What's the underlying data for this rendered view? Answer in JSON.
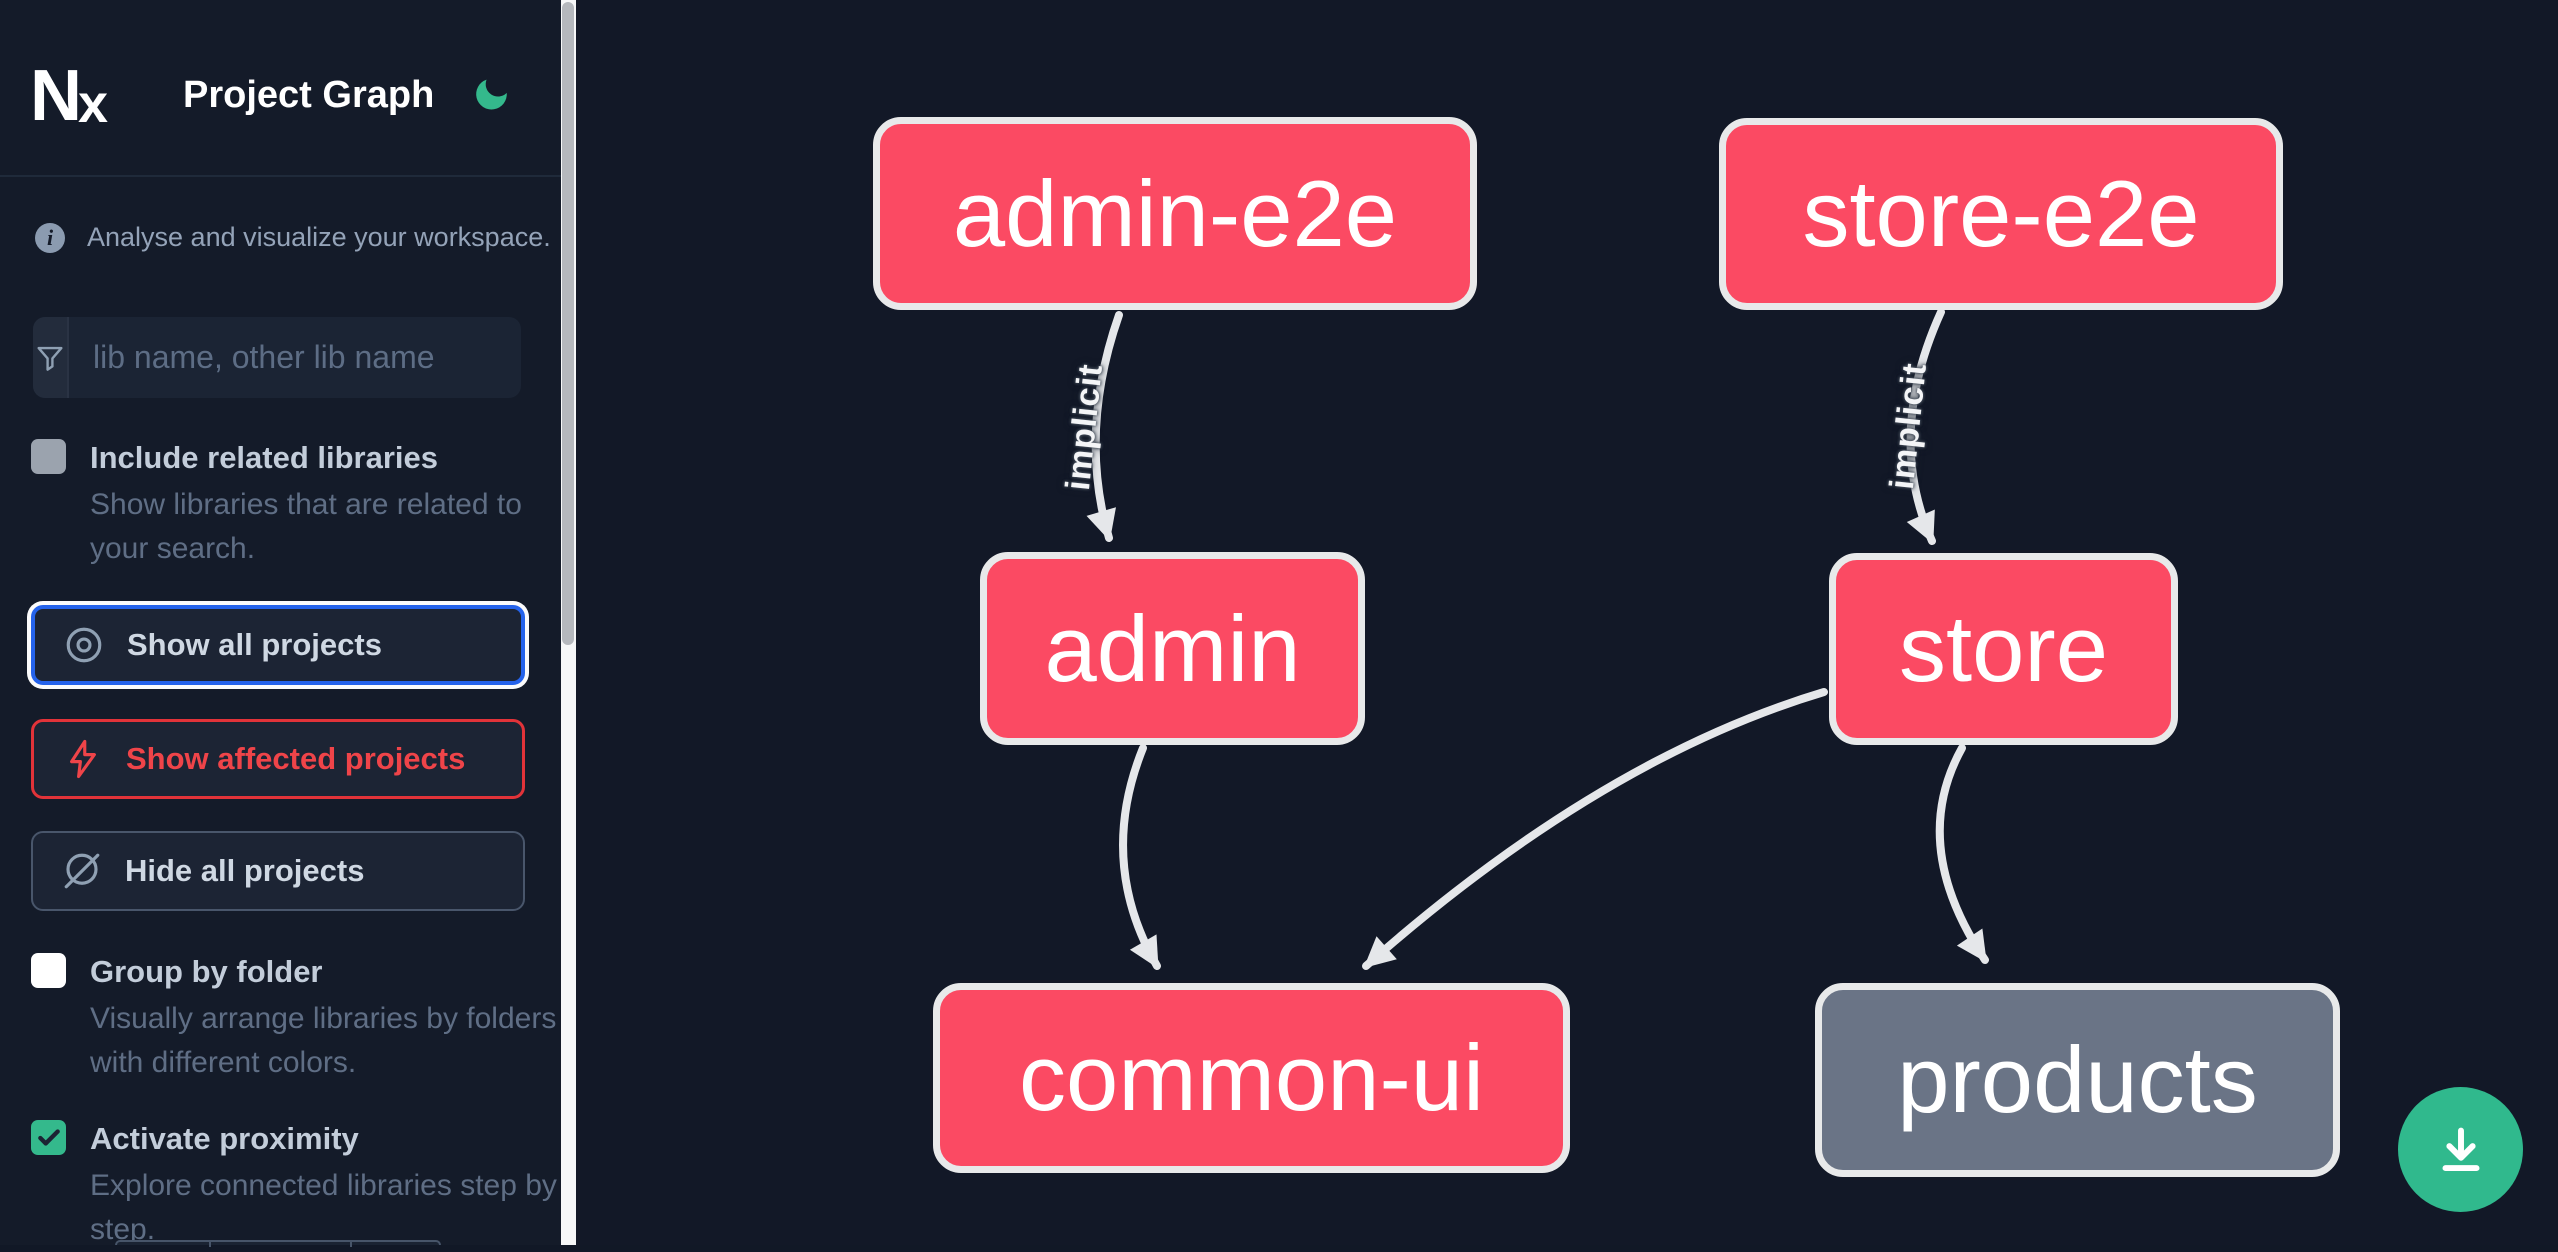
{
  "app": {
    "logo_text": "N",
    "logo_text_x": "x",
    "title": "Project Graph"
  },
  "sidebar": {
    "tagline": "Analyse and visualize your workspace.",
    "filter": {
      "placeholder": "lib name, other lib name",
      "value": ""
    },
    "options": [
      {
        "label": "Include related libraries",
        "description": "Show libraries that are related to your search.",
        "checked": false
      },
      {
        "label": "Group by folder",
        "description": "Visually arrange libraries by folders with different colors.",
        "checked": false
      },
      {
        "label": "Activate proximity",
        "description": "Explore connected libraries step by step.",
        "checked": true
      }
    ],
    "actions": [
      {
        "label": "Show all projects",
        "icon": "eye-icon",
        "state": "focused"
      },
      {
        "label": "Show affected projects",
        "icon": "bolt-icon",
        "state": "affected"
      },
      {
        "label": "Hide all projects",
        "icon": "eye-off-icon",
        "state": "default"
      }
    ]
  },
  "graph": {
    "nodes": [
      {
        "id": "admin-e2e",
        "label": "admin-e2e",
        "color": "pink"
      },
      {
        "id": "store-e2e",
        "label": "store-e2e",
        "color": "pink"
      },
      {
        "id": "admin",
        "label": "admin",
        "color": "pink"
      },
      {
        "id": "store",
        "label": "store",
        "color": "pink"
      },
      {
        "id": "common-ui",
        "label": "common-ui",
        "color": "pink"
      },
      {
        "id": "products",
        "label": "products",
        "color": "gray"
      }
    ],
    "edges": [
      {
        "from": "admin-e2e",
        "to": "admin",
        "label": "implicit"
      },
      {
        "from": "store-e2e",
        "to": "store",
        "label": "implicit"
      },
      {
        "from": "admin",
        "to": "common-ui",
        "label": ""
      },
      {
        "from": "store",
        "to": "common-ui",
        "label": ""
      },
      {
        "from": "store",
        "to": "products",
        "label": ""
      }
    ]
  },
  "fab": {
    "icon": "download-icon"
  },
  "colors": {
    "node_pink": "#fb4a63",
    "node_gray": "#6a7486",
    "node_border": "#e8e9ea",
    "edge": "#e5e7ea",
    "accent_green": "#34b98c",
    "focus_blue": "#2563eb",
    "affected_red": "#ef4449",
    "background": "#121827"
  }
}
